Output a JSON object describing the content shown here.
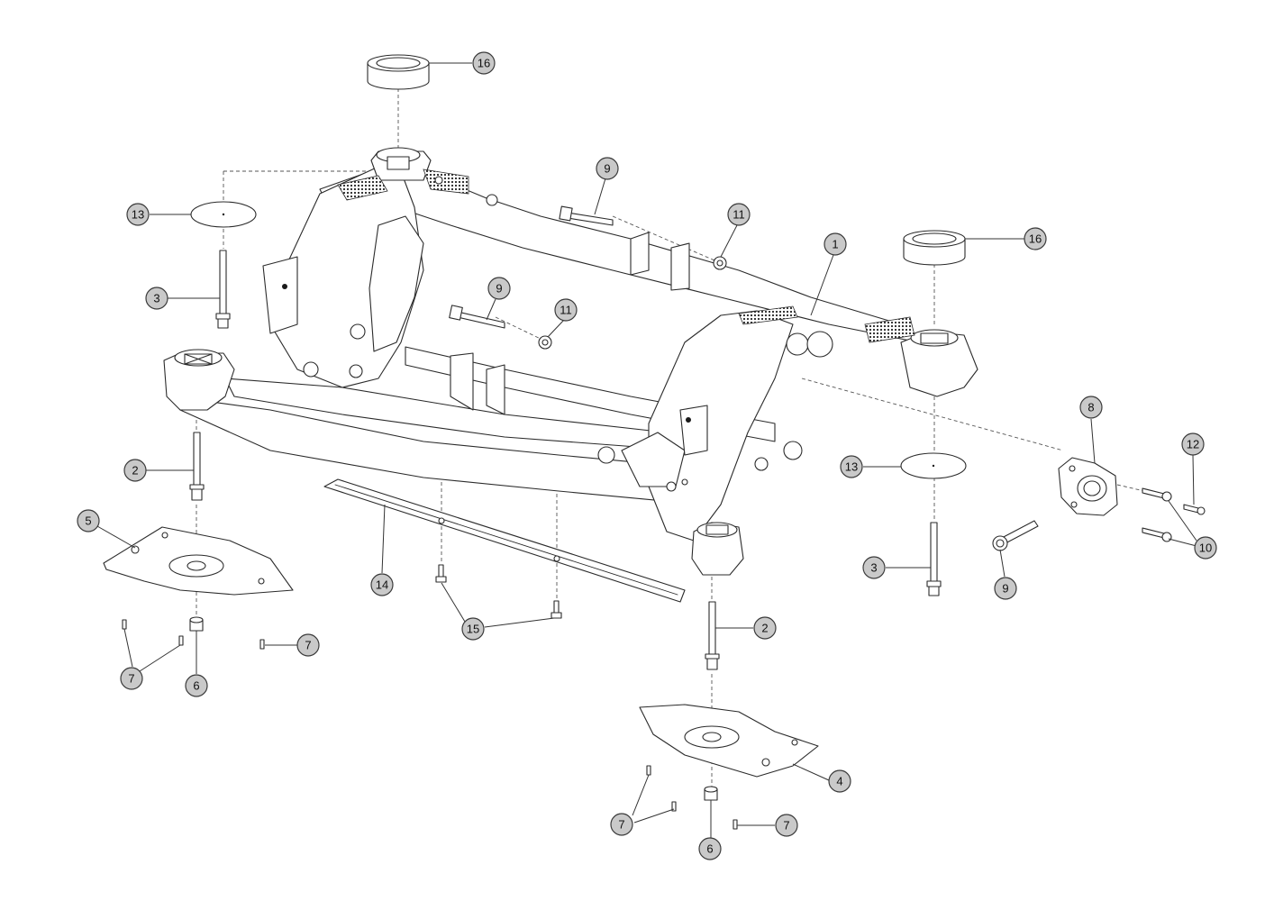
{
  "diagram": {
    "callouts": [
      {
        "id": "c16a",
        "label": "16"
      },
      {
        "id": "c16b",
        "label": "16"
      },
      {
        "id": "c13a",
        "label": "13"
      },
      {
        "id": "c13b",
        "label": "13"
      },
      {
        "id": "c9a",
        "label": "9"
      },
      {
        "id": "c9b",
        "label": "9"
      },
      {
        "id": "c9c",
        "label": "9"
      },
      {
        "id": "c11a",
        "label": "11"
      },
      {
        "id": "c11b",
        "label": "11"
      },
      {
        "id": "c1",
        "label": "1"
      },
      {
        "id": "c3a",
        "label": "3"
      },
      {
        "id": "c3b",
        "label": "3"
      },
      {
        "id": "c8",
        "label": "8"
      },
      {
        "id": "c12",
        "label": "12"
      },
      {
        "id": "c10",
        "label": "10"
      },
      {
        "id": "c2a",
        "label": "2"
      },
      {
        "id": "c2b",
        "label": "2"
      },
      {
        "id": "c5",
        "label": "5"
      },
      {
        "id": "c14",
        "label": "14"
      },
      {
        "id": "c15",
        "label": "15"
      },
      {
        "id": "c7a",
        "label": "7"
      },
      {
        "id": "c7b",
        "label": "7"
      },
      {
        "id": "c7c",
        "label": "7"
      },
      {
        "id": "c7d",
        "label": "7"
      },
      {
        "id": "c6a",
        "label": "6"
      },
      {
        "id": "c6b",
        "label": "6"
      },
      {
        "id": "c4",
        "label": "4"
      }
    ]
  }
}
